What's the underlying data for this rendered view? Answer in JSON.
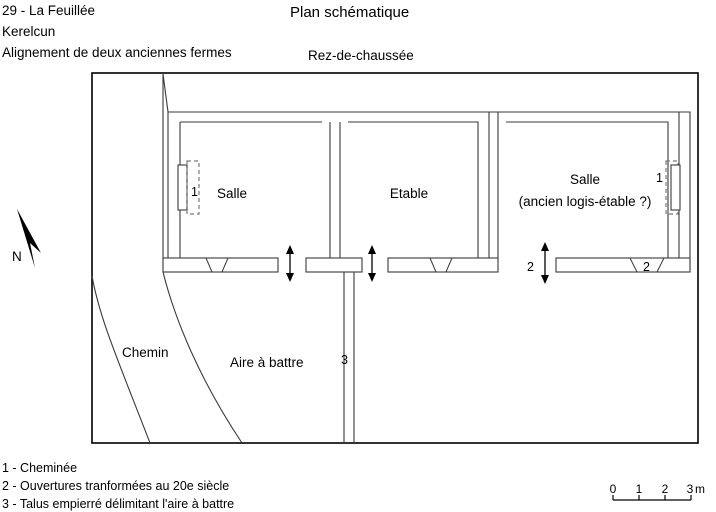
{
  "header": {
    "line1": "29 - La Feuillée",
    "line2": "Kerelcun",
    "line3": "Alignement de deux anciennes fermes",
    "title": "Plan schématique",
    "subtitle": "Rez-de-chaussée"
  },
  "compass": {
    "label": "N",
    "icon": "north-arrow-icon"
  },
  "rooms": [
    {
      "id": "salle-left",
      "label": "Salle"
    },
    {
      "id": "etable",
      "label": "Etable"
    },
    {
      "id": "salle-right",
      "label_line1": "Salle",
      "label_line2": "(ancien logis-étable ?)"
    }
  ],
  "zones": [
    {
      "id": "chemin",
      "label": "Chemin"
    },
    {
      "id": "aire-a-battre",
      "label": "Aire à battre"
    }
  ],
  "markers": [
    {
      "id": "chimney-left",
      "label": "1"
    },
    {
      "id": "chimney-right",
      "label": "1"
    },
    {
      "id": "opening-mid",
      "label": "2"
    },
    {
      "id": "opening-right",
      "label": "2"
    },
    {
      "id": "talus",
      "label": "3"
    }
  ],
  "legend": {
    "items": [
      "1 - Cheminée",
      "2 - Ouvertures tranformées au 20e siècle",
      "3 - Talus empierré délimitant l'aire à battre"
    ]
  },
  "scale": {
    "ticks": [
      "0",
      "1",
      "2",
      "3"
    ],
    "unit": "m"
  },
  "colors": {
    "frame": "#000000",
    "wall": "#3a3a3a",
    "dashed": "#7a7a7a",
    "background": "#ffffff"
  }
}
